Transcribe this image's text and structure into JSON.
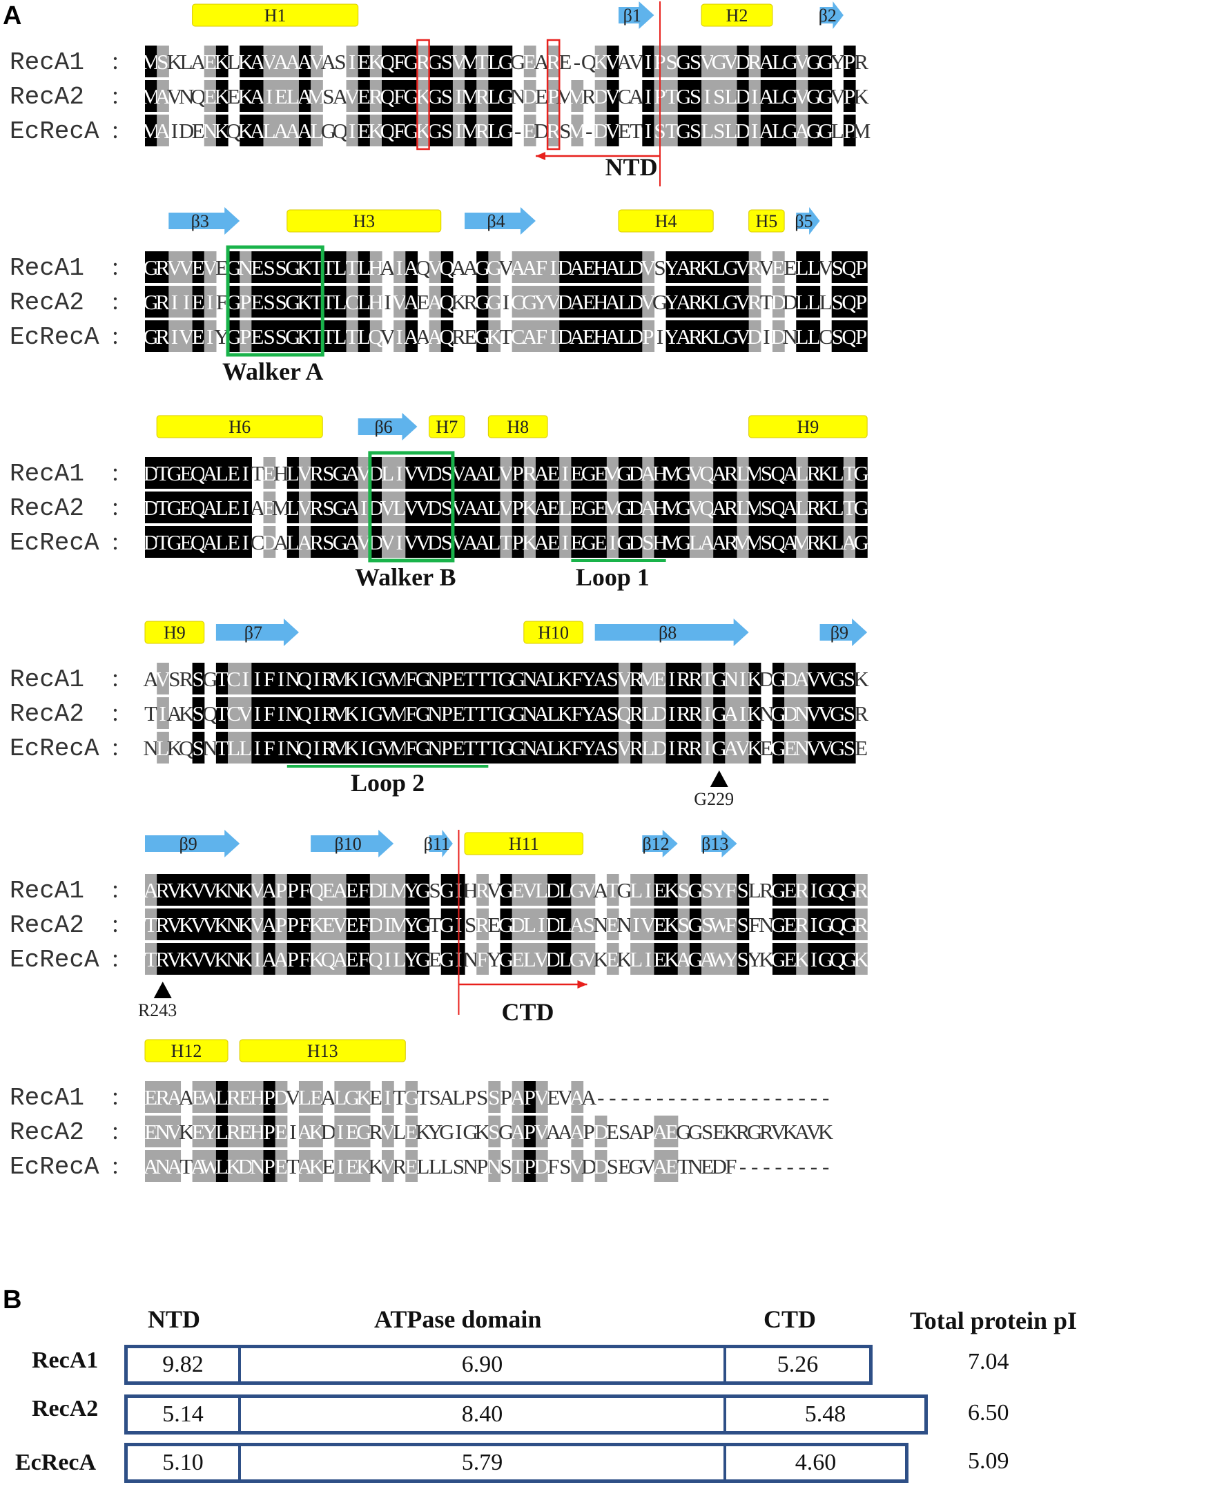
{
  "panel_a": {
    "letter": "A",
    "residue_colors": {
      "identical": "#000000",
      "similar": "#a6a6a6",
      "none": "#ffffff"
    },
    "helix_color": "#ffff00",
    "strand_color": "#5fb3ec",
    "motif_box_color": "#19b34a",
    "domain_marker_color": "#e8201c",
    "blocks": [
      {
        "names": [
          "RecA1",
          "RecA2",
          "EcRecA"
        ],
        "seqs": [
          "MSKLAEKLKAVAAAVASIEKQFGRGSVMTLGGEARE-QKVAVIPSGSVGVDRALGVGGYPR",
          "MAVNQEKEKAIELAMSAVERQFGKGSIMRLGNDEPMMRDVCAIPTGSISLDIALGVGGVPK",
          "MAIDENKQKALAAALGQIEKQFGKGSIMRLG-EDRSM-DVETISTGSLSLDIALGAGGLPM"
        ],
        "sec": [
          {
            "type": "helix",
            "label": "H1",
            "start": 4,
            "end": 17
          },
          {
            "type": "strand",
            "label": "β1",
            "start": 40,
            "end": 42
          },
          {
            "type": "helix",
            "label": "H2",
            "start": 47,
            "end": 52
          },
          {
            "type": "strand",
            "label": "β2",
            "start": 57,
            "end": 58
          }
        ],
        "boxes": [
          {
            "start": 23,
            "end": 23,
            "style": "red"
          },
          {
            "start": 34,
            "end": 34,
            "style": "red"
          }
        ],
        "underlines": [],
        "labels": [
          {
            "text": "NTD",
            "col": 40.5,
            "style": "red-arrow-left"
          }
        ],
        "vlines": [
          {
            "col": 43.5
          }
        ],
        "triangles": []
      },
      {
        "names": [
          "RecA1",
          "RecA2",
          "EcRecA"
        ],
        "seqs": [
          "GRVVEVEGNESSGKTTLTLHAIAQVQAAGGVAAFIDAEHALDVSYARKLGVRVEELLVSQP",
          "GRIIEIFGPESSGKTTLCLHIVAEAQKRGGICGYVDAEHALDVGYARKLGVRTDDLLLSQP",
          "GRIVEIYGPESSGKTTLTLQVIAAAQREGKTCAFIDAEHALDPIYARKLGVDIDNLLCSQP"
        ],
        "sec": [
          {
            "type": "strand",
            "label": "β3",
            "start": 2,
            "end": 7
          },
          {
            "type": "helix",
            "label": "H3",
            "start": 12,
            "end": 24
          },
          {
            "type": "strand",
            "label": "β4",
            "start": 27,
            "end": 32
          },
          {
            "type": "helix",
            "label": "H4",
            "start": 40,
            "end": 47
          },
          {
            "type": "helix",
            "label": "H5",
            "start": 51,
            "end": 53
          },
          {
            "type": "strand",
            "label": "β5",
            "start": 55,
            "end": 56
          }
        ],
        "boxes": [
          {
            "start": 7,
            "end": 14,
            "style": "green"
          }
        ],
        "underlines": [],
        "labels": [
          {
            "text": "Walker A",
            "col": 10.8,
            "style": "plain"
          }
        ],
        "vlines": [],
        "triangles": []
      },
      {
        "names": [
          "RecA1",
          "RecA2",
          "EcRecA"
        ],
        "seqs": [
          "DTGEQALEITEHLVRSGAVDLIVVDSVAALVPRAEIEGEMGDAHMGVQARLMSQALRKLTG",
          "DTGEQALEIAEMLVRSGAIDVLVVDSVAALVPKAELEGEMGDAHMGVQARLMSQALRKLTG",
          "DTGEQALEICDALARSGAVDVIVVDSVAALTPKAEIEGEIGDSHMGLAARMMSQAMRKLAG"
        ],
        "sec": [
          {
            "type": "helix",
            "label": "H6",
            "start": 1,
            "end": 14
          },
          {
            "type": "strand",
            "label": "β6",
            "start": 18,
            "end": 22
          },
          {
            "type": "helix",
            "label": "H7",
            "start": 24,
            "end": 26
          },
          {
            "type": "helix",
            "label": "H8",
            "start": 29,
            "end": 33
          },
          {
            "type": "helix",
            "label": "H9",
            "start": 51,
            "end": 60
          }
        ],
        "boxes": [
          {
            "start": 19,
            "end": 25,
            "style": "green"
          }
        ],
        "underlines": [
          {
            "start": 36,
            "end": 43
          }
        ],
        "labels": [
          {
            "text": "Walker B",
            "col": 22,
            "style": "plain"
          },
          {
            "text": "Loop 1",
            "col": 39.5,
            "style": "plain"
          }
        ],
        "vlines": [],
        "triangles": []
      },
      {
        "names": [
          "RecA1",
          "RecA2",
          "EcRecA"
        ],
        "seqs": [
          "AVSRSGTCIIFINQIRMKIGVMFGNPETTTGGNALKFYASVRMEIRRTGNIKDGDAVVGSK",
          "TIAKSQTCVIFINQIRMKIGVMFGNPETTTGGNALKFYASQRLDIRRIGAIKNGDNVVGSR",
          "NLKQSNTLLIFINQIRMKIGVMFGNPETTTGGNALKFYASVRLDIRRIGAVKEGENVVGSE"
        ],
        "sec": [
          {
            "type": "helix",
            "label": "H9",
            "start": 0,
            "end": 4
          },
          {
            "type": "strand",
            "label": "β7",
            "start": 6,
            "end": 12
          },
          {
            "type": "helix",
            "label": "H10",
            "start": 32,
            "end": 36
          },
          {
            "type": "strand",
            "label": "β8",
            "start": 38,
            "end": 50
          },
          {
            "type": "strand",
            "label": "β9",
            "start": 57,
            "end": 60
          }
        ],
        "boxes": [],
        "underlines": [
          {
            "start": 12,
            "end": 28
          }
        ],
        "labels": [
          {
            "text": "Loop 2",
            "col": 20.5,
            "style": "plain"
          },
          {
            "text": "G229",
            "col": 48,
            "style": "small"
          }
        ],
        "vlines": [],
        "triangles": [
          {
            "col": 48
          }
        ]
      },
      {
        "names": [
          "RecA1",
          "RecA2",
          "EcRecA"
        ],
        "seqs": [
          "ARVKVVKNKVAPPFQEAEFDLMYGSGIHRVGEVLDLGVATGLIEKSGSYFSLRGERIGQGR",
          "TRVKVVKNKVAPPFKEVEFDIMYGTGISREGDLIDLASNENIVEKSGSWFSFNGERIGQGR",
          "TRVKVVKNKIAAPFKQAEFQILYGEGINFYGELVDLGVKEKLIEKAGAWYSYKGEKIGQGK"
        ],
        "sec": [
          {
            "type": "strand",
            "label": "β9",
            "start": 0,
            "end": 7
          },
          {
            "type": "strand",
            "label": "β10",
            "start": 14,
            "end": 20
          },
          {
            "type": "strand",
            "label": "β11",
            "start": 24,
            "end": 25
          },
          {
            "type": "helix",
            "label": "H11",
            "start": 27,
            "end": 36
          },
          {
            "type": "strand",
            "label": "β12",
            "start": 42,
            "end": 44
          },
          {
            "type": "strand",
            "label": "β13",
            "start": 47,
            "end": 49
          }
        ],
        "boxes": [],
        "underlines": [],
        "labels": [
          {
            "text": "R243",
            "col": 1,
            "style": "small"
          },
          {
            "text": "CTD",
            "col": 30,
            "style": "red-arrow-right"
          }
        ],
        "vlines": [
          {
            "col": 26.5
          }
        ],
        "triangles": [
          {
            "col": 1
          }
        ]
      },
      {
        "names": [
          "RecA1",
          "RecA2",
          "EcRecA"
        ],
        "seqs": [
          "ERAAEWLREHPDVLEALGKEITGTSALPSSPAPVEVAA--------------------",
          "ENVKEYLREHPEIAKDIEGRVLEKYGIGKSGAPVAAAPDESAPAEGGSEKRGRVKAVK",
          "ANATAWLKDNPETAKEIEKKVRELLLSNPNSTPDFSVDDSEGVAETNEDF--------"
        ],
        "sec": [
          {
            "type": "helix",
            "label": "H12",
            "start": 0,
            "end": 6
          },
          {
            "type": "helix",
            "label": "H13",
            "start": 8,
            "end": 21
          }
        ],
        "boxes": [],
        "underlines": [],
        "labels": [],
        "vlines": [],
        "triangles": []
      }
    ]
  },
  "panel_b": {
    "letter": "B",
    "headers": {
      "ntd": "NTD",
      "atpase": "ATPase domain",
      "ctd": "CTD",
      "pi": "Total  protein pI"
    },
    "rows": [
      {
        "name": "RecA1",
        "ntd": "9.82",
        "atpase": "6.90",
        "ctd": "5.26",
        "pi": "7.04"
      },
      {
        "name": "RecA2",
        "ntd": "5.14",
        "atpase": "8.40",
        "ctd": "5.48",
        "pi": "6.50"
      },
      {
        "name": "EcRecA",
        "ntd": "5.10",
        "atpase": "5.79",
        "ctd": "4.60",
        "pi": "5.09"
      }
    ]
  }
}
